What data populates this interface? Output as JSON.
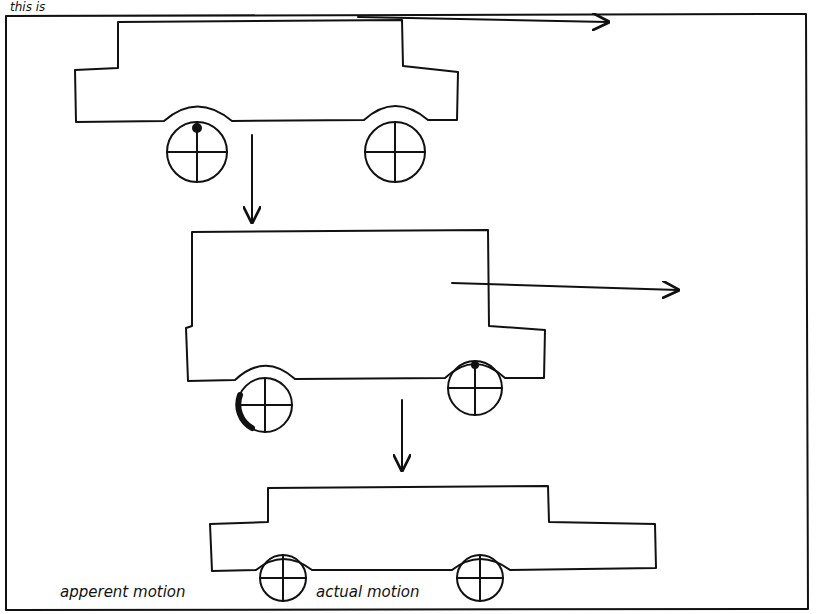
{
  "diagram": {
    "labels": [
      "this is",
      "apperent motion",
      "actual motion"
    ]
  }
}
